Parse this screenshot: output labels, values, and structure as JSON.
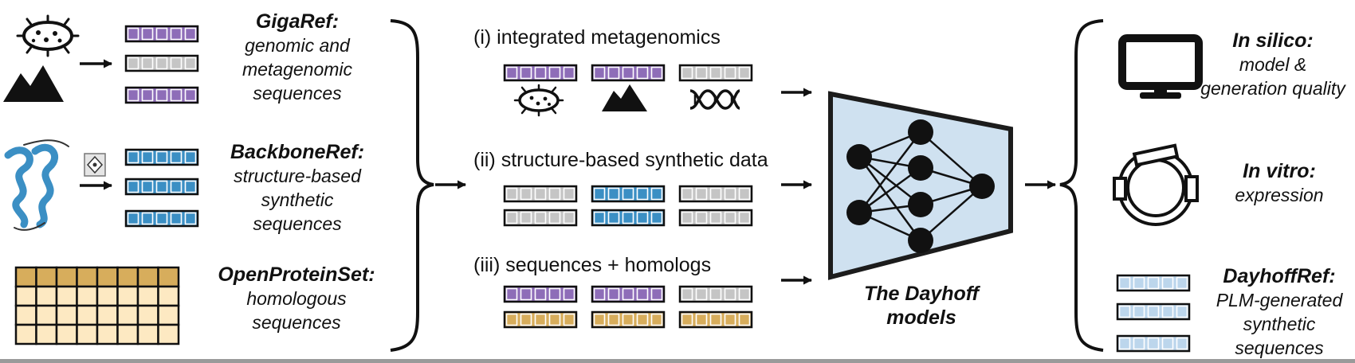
{
  "colors": {
    "purple": "#8e6db8",
    "gray": "#c5c5c5",
    "blue": "#3b8fc4",
    "gold": "#d7ad5c",
    "cream": "#fde9c2",
    "light_blue": "#bcd6ec",
    "model_fill": "#cfe1f0"
  },
  "sources": {
    "gigaref": {
      "title": "GigaRef:",
      "sub": [
        "genomic and",
        "metagenomic",
        "sequences"
      ]
    },
    "backboneref": {
      "title": "BackboneRef:",
      "sub": [
        "structure-based",
        "synthetic",
        "sequences"
      ]
    },
    "openproteinset": {
      "title": "OpenProteinSet:",
      "sub": [
        "homologous",
        "sequences"
      ]
    }
  },
  "training": {
    "i": "(i) integrated metagenomics",
    "ii": "(ii) structure-based synthetic data",
    "iii": "(iii) sequences + homologs"
  },
  "model": {
    "label": [
      "The Dayhoff",
      "models"
    ]
  },
  "outputs": {
    "in_silico": {
      "title": "In silico:",
      "sub": [
        "model &",
        "generation quality"
      ]
    },
    "in_vitro": {
      "title": "In vitro:",
      "sub": [
        "expression"
      ]
    },
    "dayhoffref": {
      "title": "DayhoffRef:",
      "sub": [
        "PLM-generated",
        "synthetic",
        "sequences"
      ]
    }
  },
  "icons": [
    "bacterium-icon",
    "mountain-icon",
    "protein-structure-icon",
    "backbone-inversion-icon",
    "dna-icon",
    "monitor-icon",
    "plasmid-icon",
    "neural-network-icon"
  ]
}
